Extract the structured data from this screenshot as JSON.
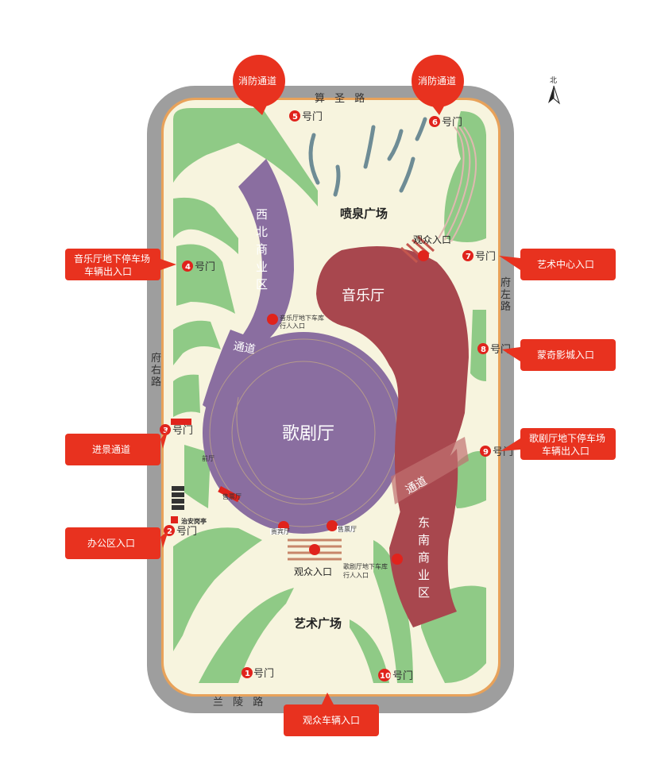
{
  "colors": {
    "road": "#9e9e9e",
    "ground": "#f7f4de",
    "grass": "#8fca86",
    "opera": "#8a6ea0",
    "music": "#a8474e",
    "callout": "#e8321f",
    "gate": "#e0231c",
    "lawn_light": "#b9dca9"
  },
  "north": {
    "label": "北"
  },
  "roads": {
    "top": "算 圣 路",
    "bottom": "兰 陵 路",
    "left": [
      "府",
      "右",
      "路"
    ],
    "right": [
      "府",
      "左",
      "路"
    ]
  },
  "areas": {
    "fountain": "喷泉广场",
    "art_square": "艺术广场",
    "opera": "歌剧厅",
    "music": "音乐厅",
    "northwest": [
      "西",
      "北",
      "商",
      "业",
      "区"
    ],
    "southeast": [
      "东",
      "南",
      "商",
      "业",
      "区"
    ],
    "passage1": "通道",
    "passage2": "通道"
  },
  "entrances": {
    "audience_top": "观众入口",
    "audience_bottom": "观众入口",
    "music_parking_ped": [
      "音乐厅地下车库",
      "行人入口"
    ],
    "opera_parking_ped": [
      "歌剧厅地下车库",
      "行人入口"
    ],
    "security": "治安岗亭"
  },
  "small_labels": {
    "bizhu": "售票厅",
    "left_tag": "贵宾厅",
    "right_tag": "售票厅",
    "side_tag": "前厅"
  },
  "gates": [
    {
      "num": "1",
      "label": "号门"
    },
    {
      "num": "2",
      "label": "号门"
    },
    {
      "num": "3",
      "label": "号门"
    },
    {
      "num": "4",
      "label": "号门"
    },
    {
      "num": "5",
      "label": "号门"
    },
    {
      "num": "6",
      "label": "号门"
    },
    {
      "num": "7",
      "label": "号门"
    },
    {
      "num": "8",
      "label": "号门"
    },
    {
      "num": "9",
      "label": "号门"
    },
    {
      "num": "10",
      "label": "号门"
    }
  ],
  "callouts": {
    "fire_left": "消防通道",
    "fire_right": "消防通道",
    "music_parking": [
      "音乐厅地下停车场",
      "车辆出入口"
    ],
    "scenic": "进景通道",
    "office": "办公区入口",
    "art_center": "艺术中心入口",
    "cinema": "蒙奇影城入口",
    "opera_parking": [
      "歌剧厅地下停车场",
      "车辆出入口"
    ],
    "audience_vehicle": "观众车辆入口"
  }
}
